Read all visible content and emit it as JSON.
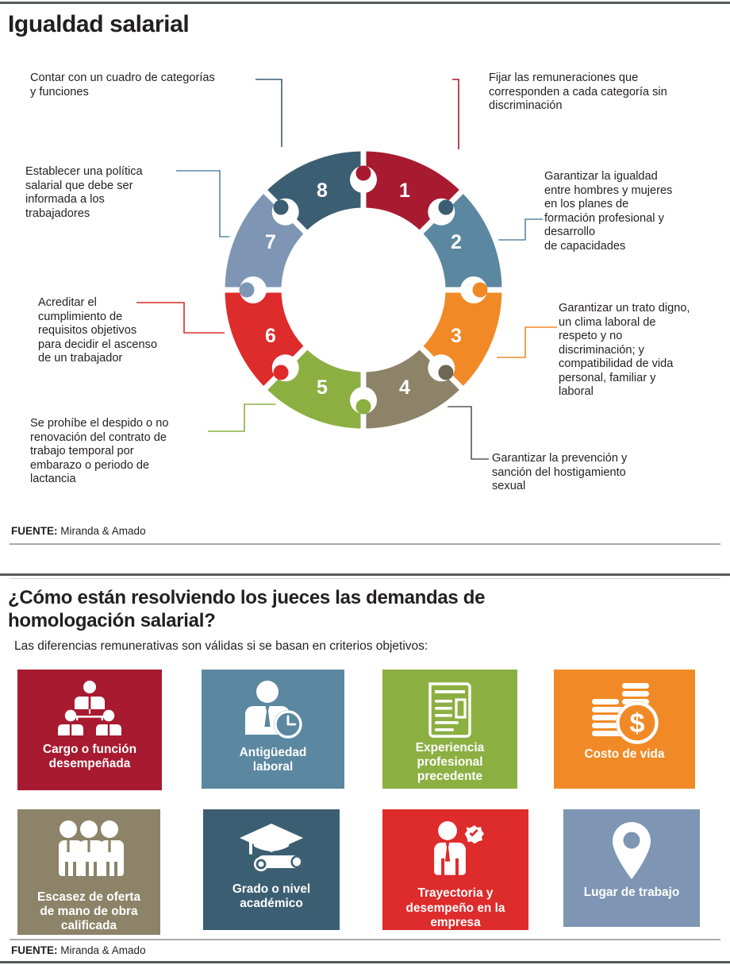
{
  "section1": {
    "title": "Igualdad salarial",
    "source_label": "FUENTE:",
    "source_value": "Miranda & Amado",
    "wheel": {
      "segments": [
        {
          "number": "1",
          "color": "#A81A30"
        },
        {
          "number": "2",
          "color": "#5B87A0"
        },
        {
          "number": "3",
          "color": "#F18A26"
        },
        {
          "number": "4",
          "color": "#8C8368"
        },
        {
          "number": "5",
          "color": "#8CAF42"
        },
        {
          "number": "6",
          "color": "#DE2B2B"
        },
        {
          "number": "7",
          "color": "#7E95B4"
        },
        {
          "number": "8",
          "color": "#3C5E72"
        }
      ]
    },
    "callouts": [
      {
        "number": "1",
        "lines": [
          "Fijar las remuneraciones que",
          "corresponden a cada categoría sin",
          "discriminación"
        ]
      },
      {
        "number": "2",
        "lines": [
          "Garantizar la igualdad",
          "entre hombres y mujeres",
          "en los planes de",
          "formación profesional y",
          "desarrollo",
          "de capacidades"
        ]
      },
      {
        "number": "3",
        "lines": [
          "Garantizar un trato digno,",
          "un clima laboral de",
          "respeto y no",
          "discriminación; y",
          "compatibilidad de vida",
          "personal, familiar y",
          "laboral"
        ]
      },
      {
        "number": "4",
        "lines": [
          "Garantizar la prevención y",
          "sanción del hostigamiento",
          "sexual"
        ]
      },
      {
        "number": "5",
        "lines": [
          "Se prohíbe el despido o no",
          "renovación del contrato de",
          "trabajo temporal por",
          "embarazo o periodo de",
          "lactancia"
        ]
      },
      {
        "number": "6",
        "lines": [
          "Acreditar el",
          "cumplimiento de",
          "requisitos objetivos",
          "para decidir el ascenso",
          "de un trabajador"
        ]
      },
      {
        "number": "7",
        "lines": [
          "Establecer una política",
          "salarial que debe ser",
          "informada a los",
          "trabajadores"
        ]
      },
      {
        "number": "8",
        "lines": [
          "Contar con un cuadro de categorías",
          "y funciones"
        ]
      }
    ]
  },
  "section2": {
    "title_line1": "¿Cómo están resolviendo los jueces las demandas de",
    "title_line2": "homologación salarial?",
    "subtitle": "Las diferencias remunerativas son válidas si se basan en criterios objetivos:",
    "source_label": "FUENTE:",
    "source_value": "Miranda & Amado",
    "tiles": [
      {
        "icon": "org-chart-people-icon",
        "color": "#A81A30",
        "lines": [
          "Cargo o función",
          "desempeñada"
        ]
      },
      {
        "icon": "person-clock-icon",
        "color": "#5B87A0",
        "lines": [
          "Antigüedad",
          "laboral"
        ]
      },
      {
        "icon": "document-resume-icon",
        "color": "#8CAF42",
        "lines": [
          "Experiencia",
          "profesional",
          "precedente"
        ]
      },
      {
        "icon": "coins-dollar-icon",
        "color": "#F18A26",
        "lines": [
          "Costo de vida"
        ]
      },
      {
        "icon": "three-workers-icon",
        "color": "#8C8368",
        "lines": [
          "Escasez de oferta",
          "de mano de obra",
          "calificada"
        ]
      },
      {
        "icon": "graduation-cap-diploma-icon",
        "color": "#3C5E72",
        "lines": [
          "Grado o nivel",
          "académico"
        ]
      },
      {
        "icon": "person-gear-check-icon",
        "color": "#DE2B2B",
        "lines": [
          "Trayectoria y",
          "desempeño en la",
          "empresa"
        ]
      },
      {
        "icon": "map-pin-icon",
        "color": "#7E95B4",
        "lines": [
          "Lugar de trabajo"
        ]
      }
    ]
  }
}
